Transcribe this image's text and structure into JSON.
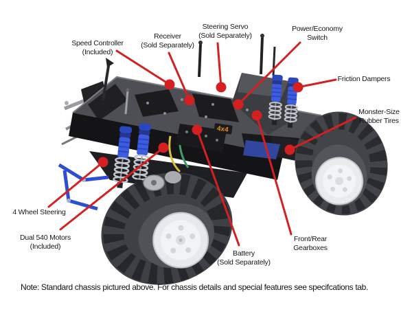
{
  "figure": {
    "sticker_label": "4x4",
    "palette": {
      "accent_red": "#d42020",
      "shock_blue": "#3d5ce0",
      "link_blue": "#2c4ed6",
      "tire_gray": "#3f4045",
      "wheel_white": "#e8e9ec",
      "chassis_black": "#141416",
      "sticker_orange": "#e08a1f",
      "background": "#ffffff",
      "label_text": "#161616"
    }
  },
  "callouts": {
    "speed_controller": {
      "line1": "Speed Controller",
      "line2": "(Included)"
    },
    "receiver": {
      "line1": "Receiver",
      "line2": "(Sold Separately)"
    },
    "steering_servo": {
      "line1": "Steering Servo",
      "line2": "(Sold Separately)"
    },
    "power_economy": {
      "line1": "Power/Economy",
      "line2": "Switch"
    },
    "friction_dampers": {
      "line1": "Friction Dampers"
    },
    "monster_tires": {
      "line1": "Monster-Size",
      "line2": "Rubber Tires"
    },
    "four_wheel_steering": {
      "line1": "4 Wheel Steering"
    },
    "dual_540_motors": {
      "line1": "Dual 540 Motors",
      "line2": "(Included)"
    },
    "battery": {
      "line1": "Battery",
      "line2": "(Sold Separately)"
    },
    "gearboxes": {
      "line1": "Front/Rear",
      "line2": "Gearboxes"
    }
  },
  "note": "Note: Standard chassis pictured above. For chassis details and special features see specifcations tab."
}
